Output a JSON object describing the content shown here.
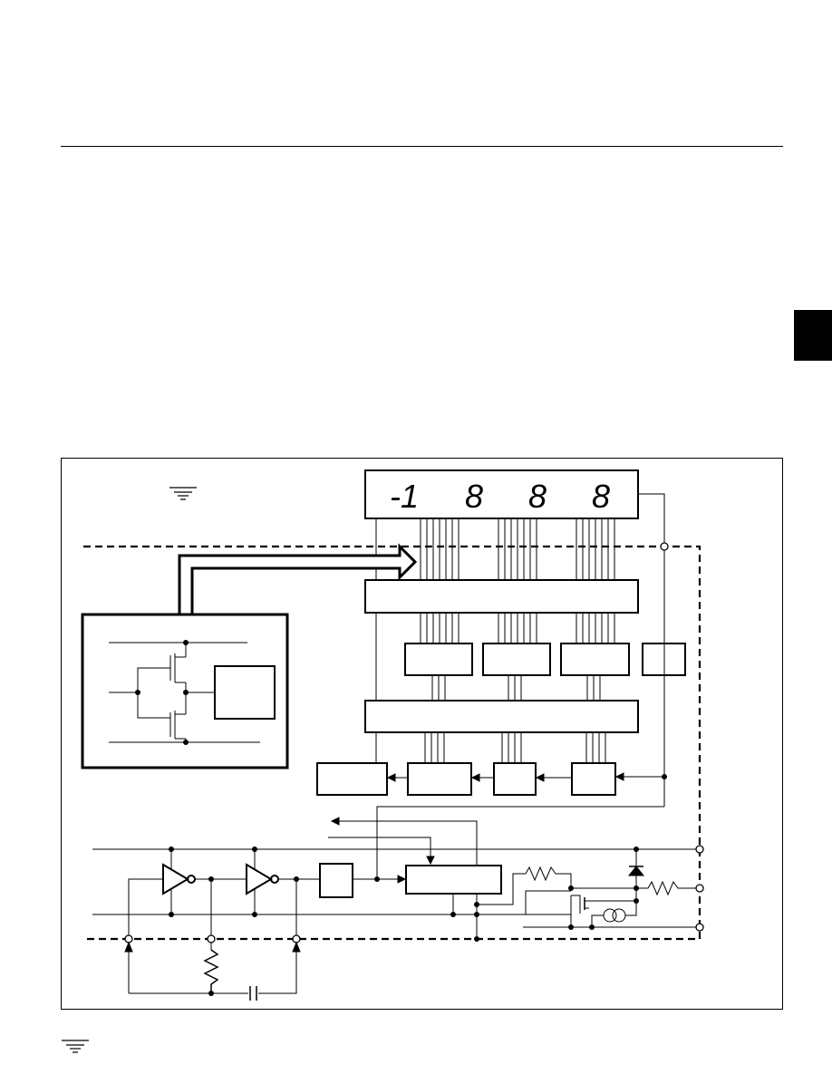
{
  "display": {
    "digits": [
      "-1",
      "8",
      "8",
      "8"
    ]
  }
}
